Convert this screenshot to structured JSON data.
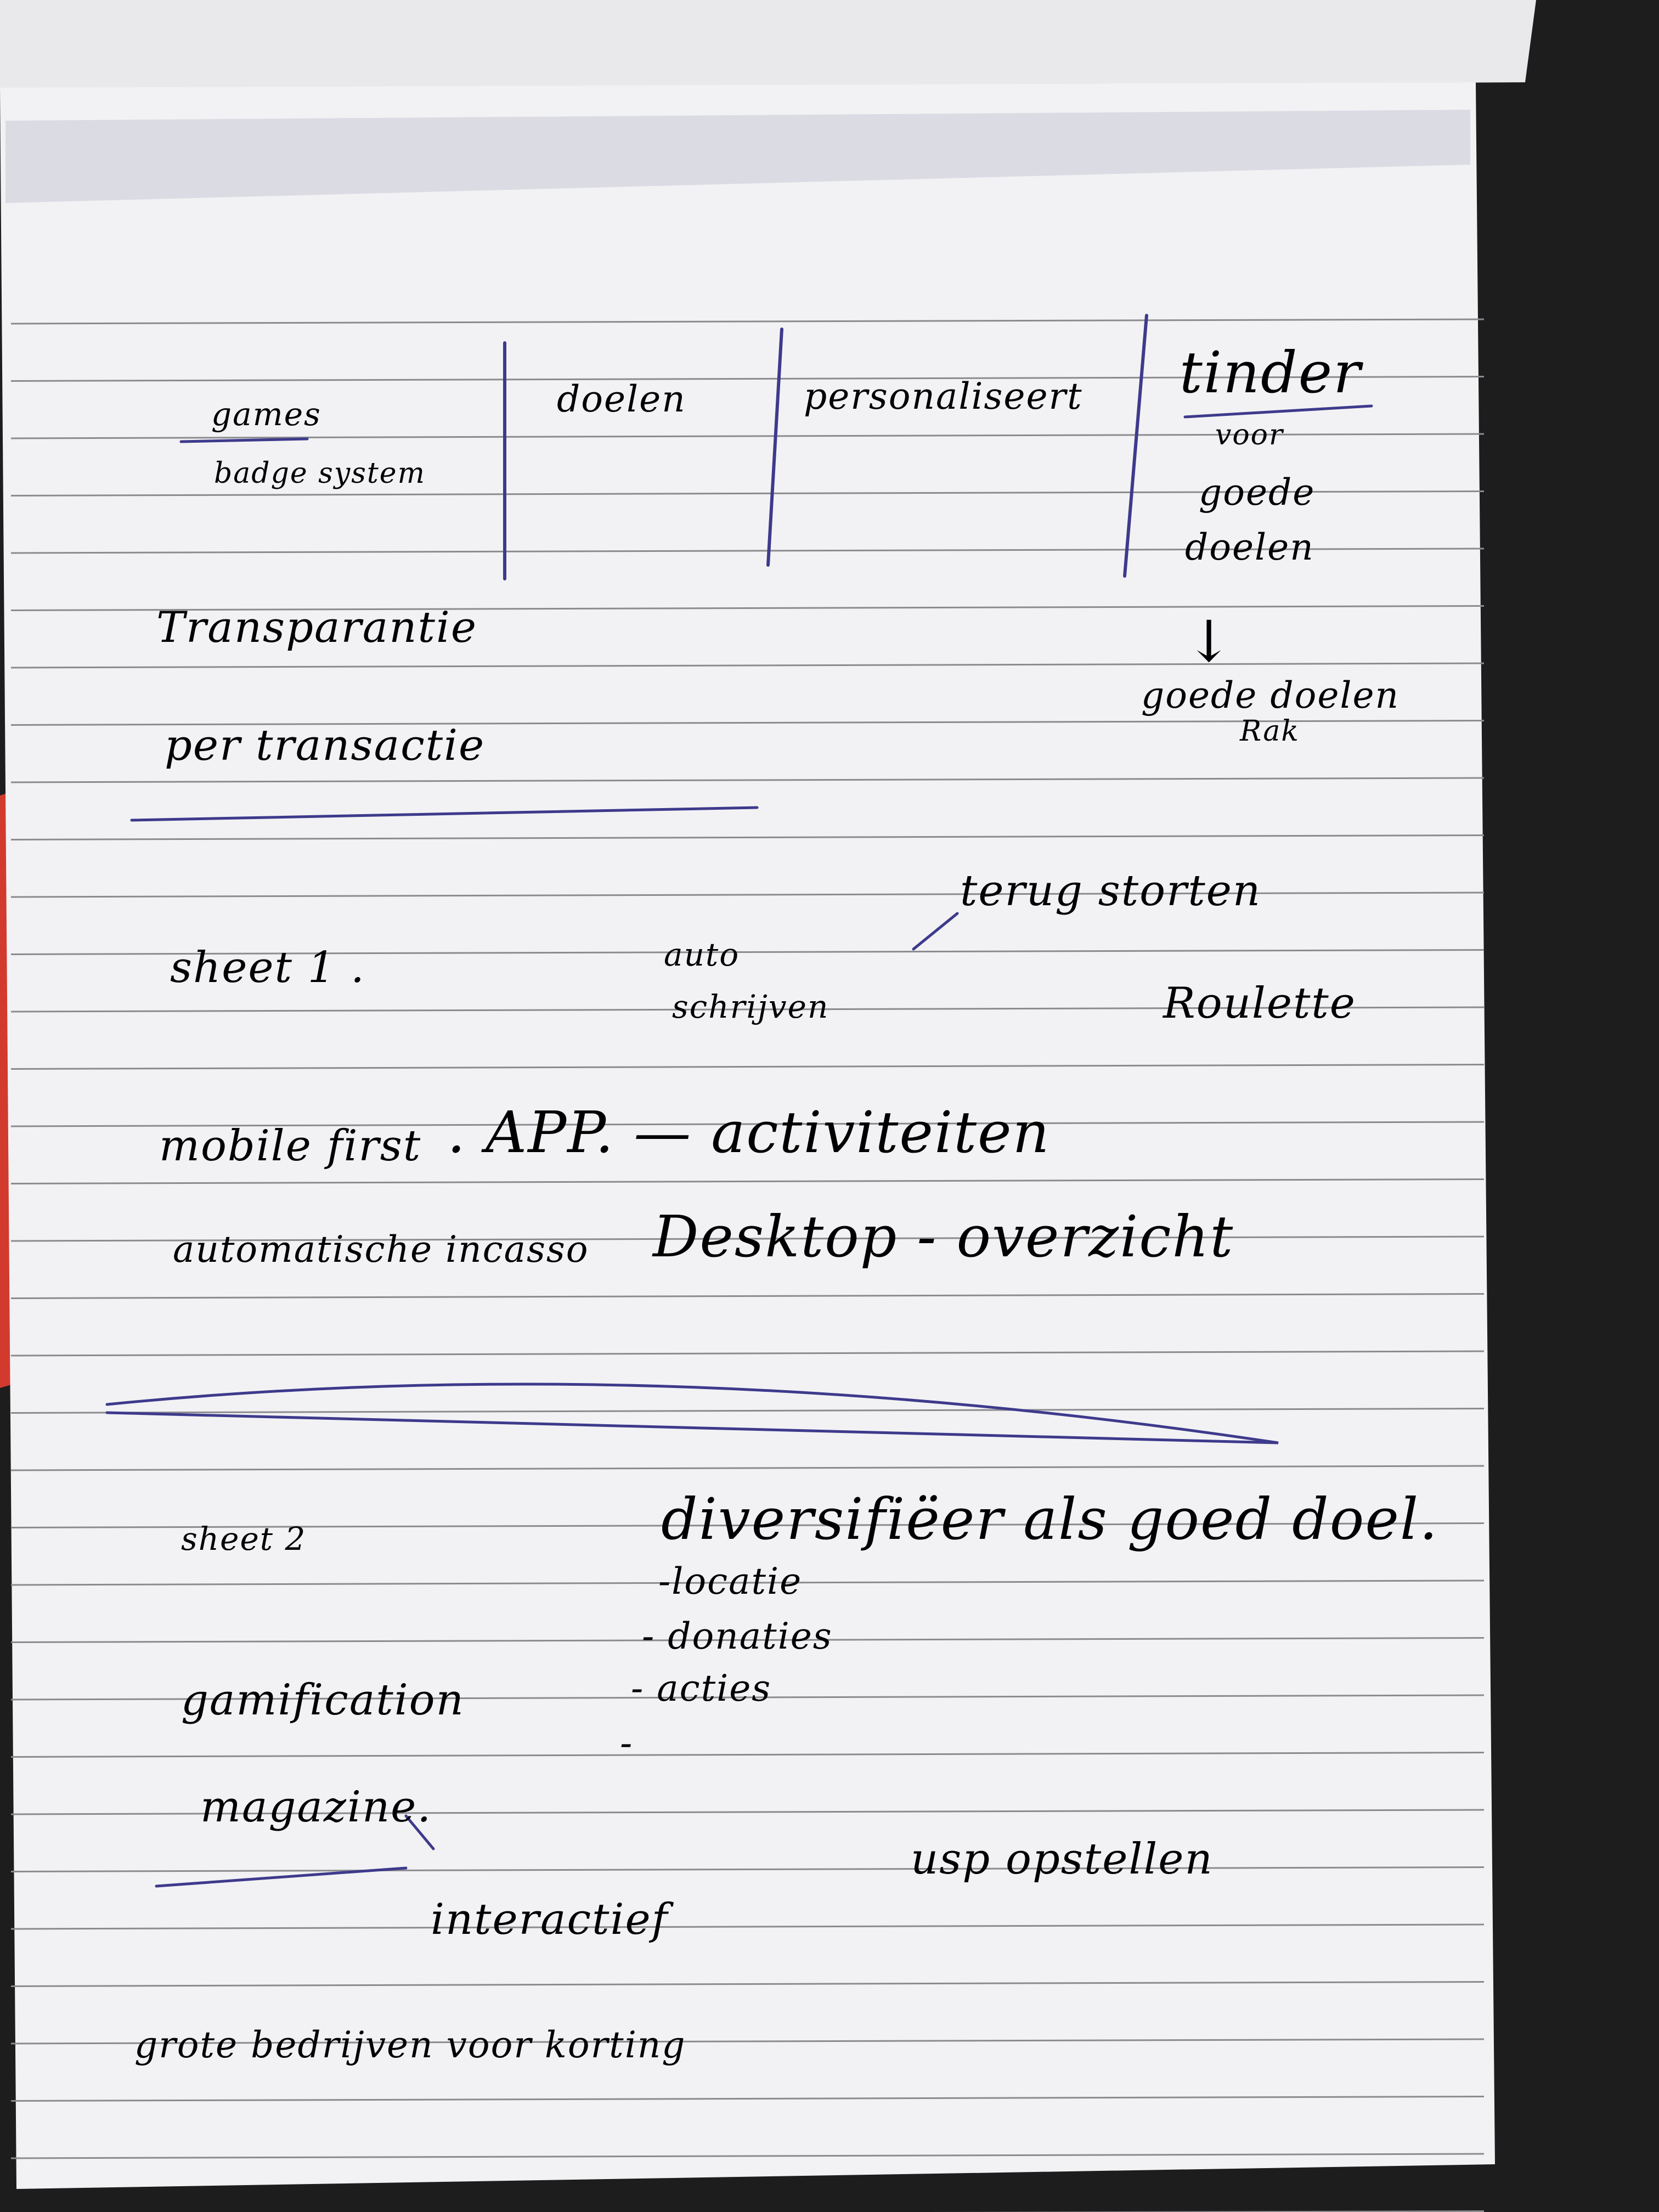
{
  "colors": {
    "desk": "#1d1d1d",
    "paper": "#f2f2f4",
    "rule_line": "#8b8b8f",
    "ink": "#3e3a8c",
    "red_edge": "#d23a2e"
  },
  "notes": {
    "col1_top": "games",
    "col1_bottom": "badge system",
    "col2": "doelen",
    "col3": "personaliseert",
    "col4_title": "tinder",
    "col4_line1": "voor",
    "col4_line2": "goede",
    "col4_line3": "doelen",
    "col4_arrow": "↓",
    "col4_result_1": "goede doelen",
    "col4_result_2": "Rak",
    "transparantie": "Transparantie",
    "per_transactie": "per transactie",
    "sheet1": "sheet 1 .",
    "auto_1": "auto",
    "auto_2": "schrijven",
    "terug_storten": "terug storten",
    "roulette": "Roulette",
    "mobile_first": "mobile first",
    "app_line": ". APP. — activiteiten",
    "automatische_incasso": "automatische incasso",
    "desktop_line": "Desktop - overzicht",
    "sheet2": "sheet 2",
    "diversifieer": "diversifiëer als goed doel.",
    "locatie": "-locatie",
    "donaties": "- donaties",
    "acties": "- acties",
    "gamification": "gamification",
    "dash": "-",
    "magazine": "magazine.",
    "usp": "usp opstellen",
    "interactief": "interactief",
    "grote_bedrijven": "grote bedrijven voor korting"
  }
}
